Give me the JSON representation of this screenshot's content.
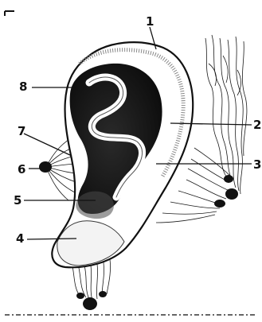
{
  "diagram": {
    "callouts": [
      {
        "id": "c1",
        "number": "1"
      },
      {
        "id": "c2",
        "number": "2"
      },
      {
        "id": "c3",
        "number": "3"
      },
      {
        "id": "c4",
        "number": "4"
      },
      {
        "id": "c5",
        "number": "5"
      },
      {
        "id": "c6",
        "number": "6"
      },
      {
        "id": "c7",
        "number": "7"
      },
      {
        "id": "c8",
        "number": "8"
      }
    ]
  }
}
